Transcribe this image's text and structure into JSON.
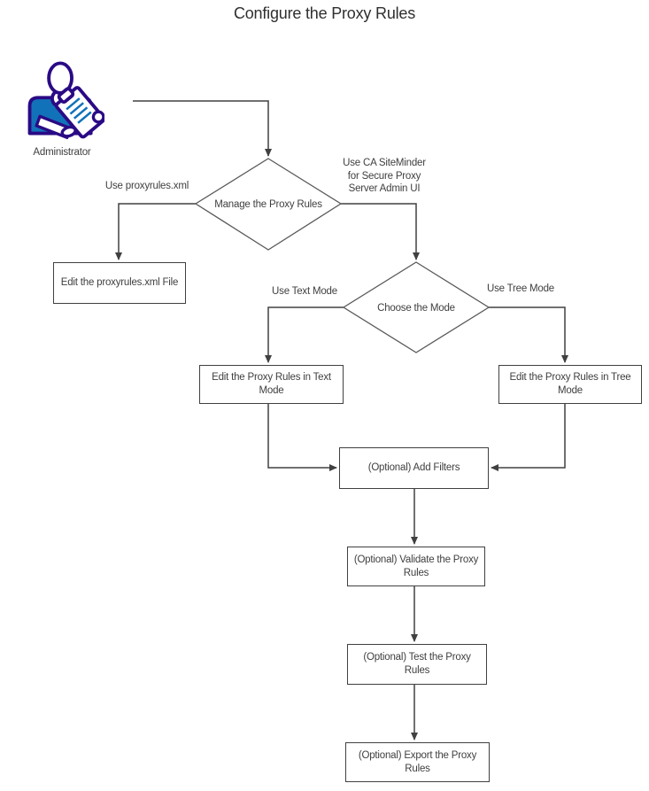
{
  "title": "Configure the Proxy Rules",
  "actor": {
    "label": "Administrator"
  },
  "nodes": {
    "decision_manage": {
      "label": "Manage the Proxy Rules"
    },
    "decision_mode": {
      "label": "Choose the Mode"
    },
    "box_edit_xml": {
      "label": "Edit the proxyrules.xml File"
    },
    "box_edit_text": {
      "label": "Edit the Proxy Rules in Text Mode"
    },
    "box_edit_tree": {
      "label": "Edit the Proxy Rules in Tree Mode"
    },
    "box_add_filters": {
      "label": "(Optional) Add Filters"
    },
    "box_validate": {
      "label": "(Optional) Validate the Proxy Rules"
    },
    "box_test": {
      "label": "(Optional) Test the Proxy Rules"
    },
    "box_export": {
      "label": "(Optional) Export the Proxy Rules"
    }
  },
  "edge_labels": {
    "use_proxyrules_xml": "Use proxyrules.xml",
    "use_admin_ui": "Use CA SiteMinder\nfor Secure Proxy\nServer Admin UI",
    "use_text_mode": "Use Text Mode",
    "use_tree_mode": "Use Tree Mode"
  },
  "colors": {
    "background": "#ffffff",
    "connector_line": "#404040",
    "box_border": "#404040",
    "diamond_stroke": "#595959",
    "text": "#3f3f3f",
    "icon_outline": "#2a0a85",
    "icon_blue": "#1272b9"
  }
}
